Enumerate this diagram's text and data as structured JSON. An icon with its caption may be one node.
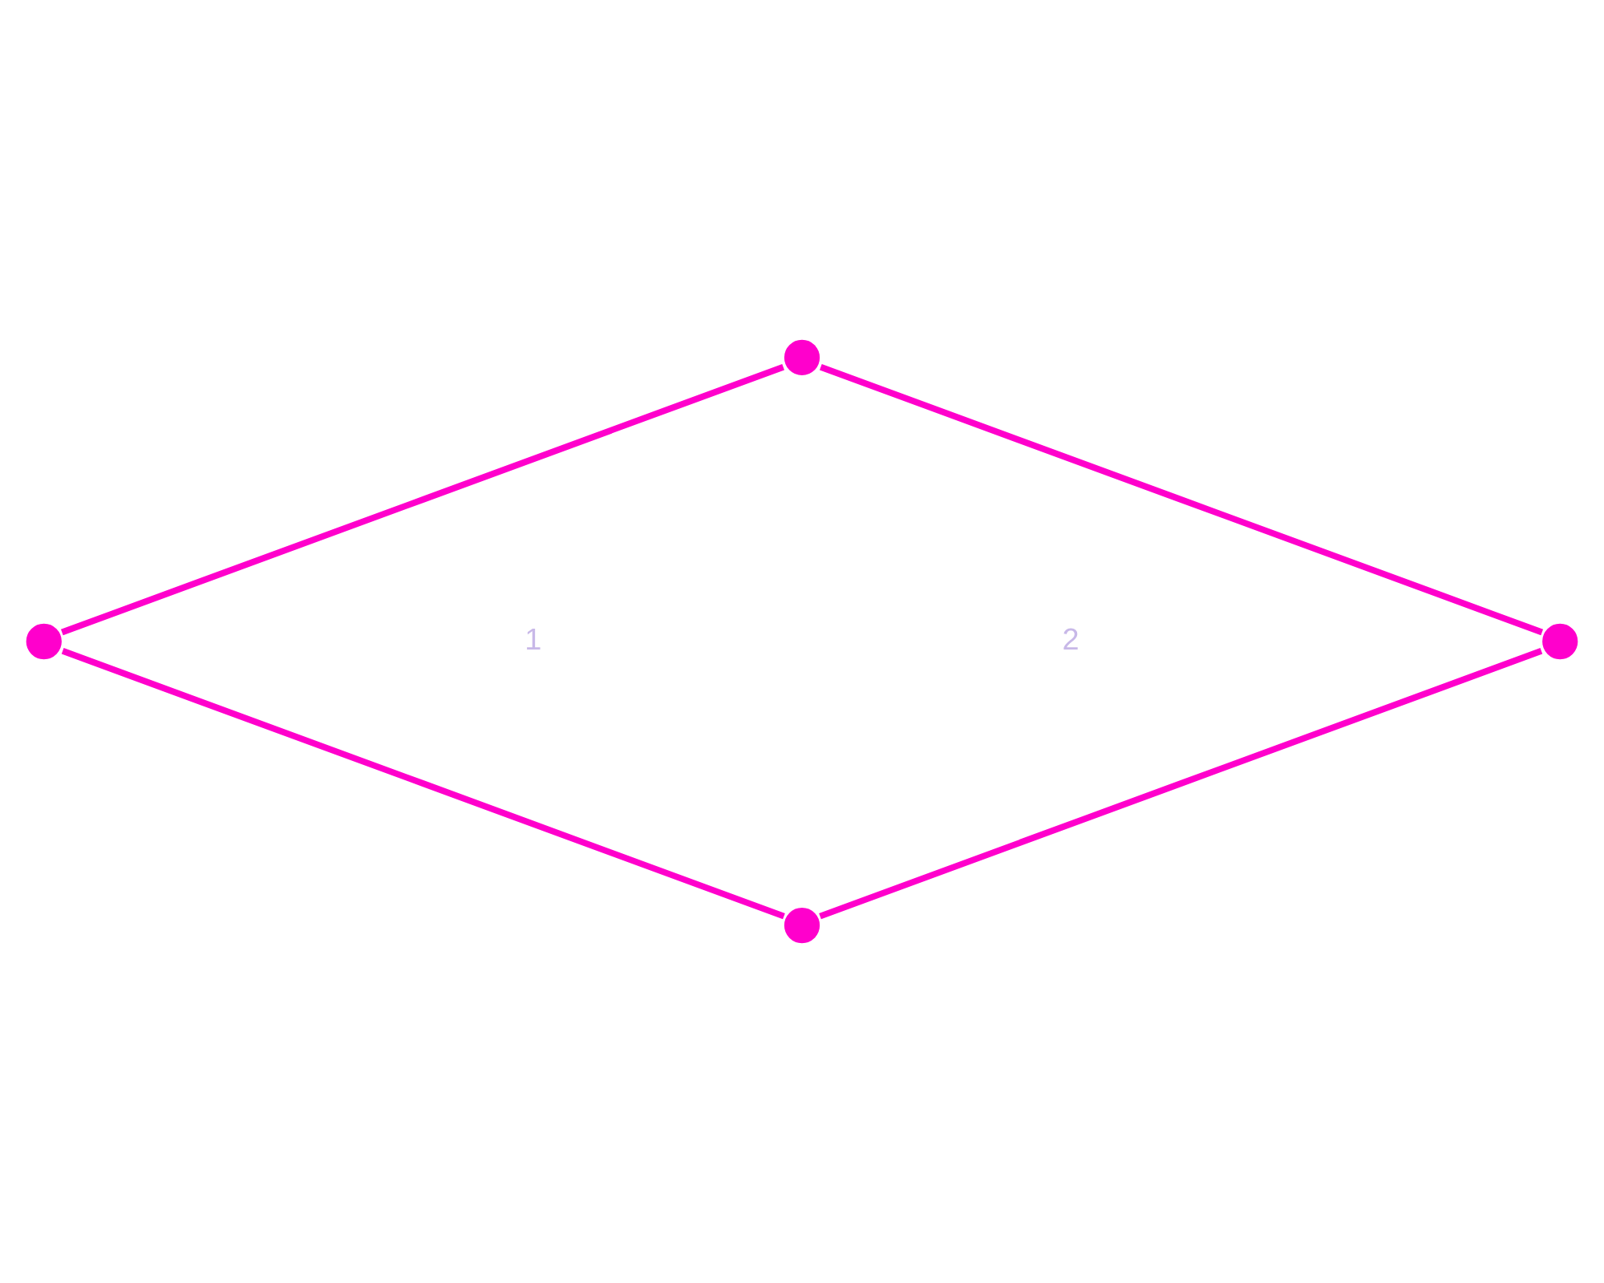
{
  "diagram": {
    "nodes": [
      {
        "text": [],
        "shape": "circle"
      },
      {
        "text": [],
        "shape": "circle"
      },
      {
        "text": [],
        "shape": "circle"
      },
      {
        "text": [],
        "shape": "circle"
      }
    ],
    "edges": [
      {
        "from": 0,
        "to": 1,
        "arrow": "none"
      },
      {
        "from": 0,
        "to": 2,
        "arrow": "none"
      },
      {
        "from": 1,
        "to": 3,
        "arrow": "none"
      },
      {
        "from": 2,
        "to": 3,
        "arrow": "none"
      }
    ],
    "labels": [
      "1",
      "2"
    ]
  }
}
